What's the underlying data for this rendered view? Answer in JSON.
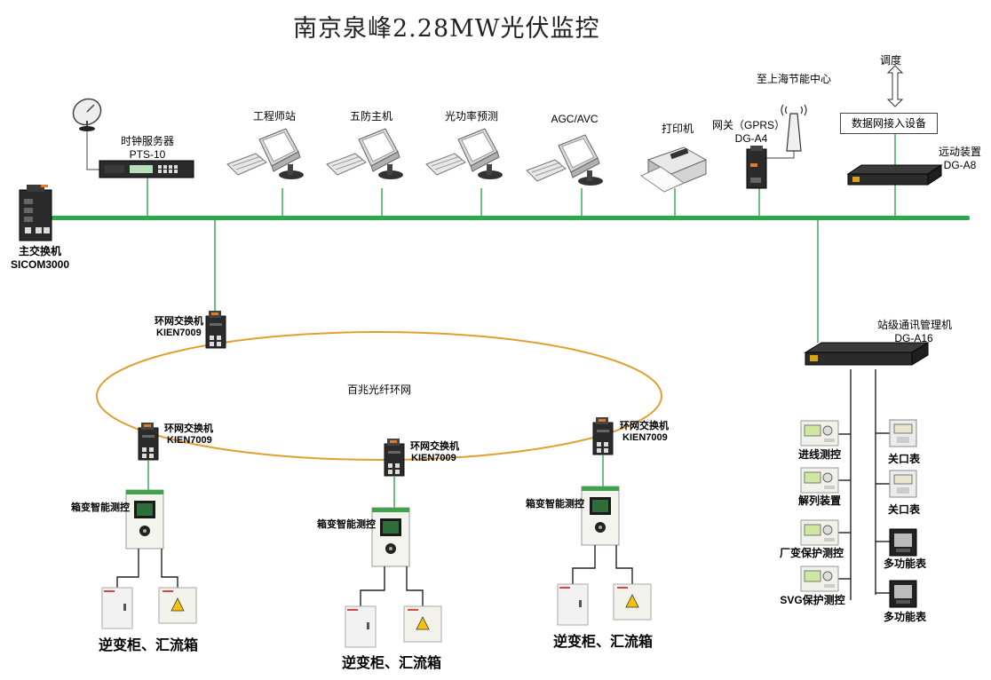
{
  "title": "南京泉峰2.28MW光伏监控",
  "main_switch": {
    "name": "主交换机",
    "model": "SICOM3000"
  },
  "clock_server": {
    "name": "时钟服务器",
    "model": "PTS-10"
  },
  "workstations": [
    "工程师站",
    "五防主机",
    "光功率预测",
    "AGC/AVC"
  ],
  "printer": "打印机",
  "gateway": {
    "name": "网关（GPRS）",
    "model": "DG-A4",
    "remote": "至上海节能中心"
  },
  "dispatch": "调度",
  "data_network": "数据网接入设备",
  "telecontrol": {
    "name": "远动装置",
    "model": "DG-A8"
  },
  "station_manager": {
    "name": "站级通讯管理机",
    "model": "DG-A16"
  },
  "ring": {
    "label": "百兆光纤环网"
  },
  "ring_switches": [
    {
      "name": "环网交换机",
      "model": "KIEN7009"
    },
    {
      "name": "环网交换机",
      "model": "KIEN7009"
    },
    {
      "name": "环网交换机",
      "model": "KIEN7009"
    },
    {
      "name": "环网交换机",
      "model": "KIEN7009"
    }
  ],
  "box_controller": "箱变智能测控",
  "inverter_label": "逆变柜、汇流箱",
  "left_devices": [
    "进线测控",
    "解列装置",
    "厂变保护测控",
    "SVG保护测控"
  ],
  "right_devices": [
    "关口表",
    "关口表",
    "多功能表",
    "多功能表"
  ],
  "colors": {
    "bus": "#2aa84a",
    "ring": "#e0a030",
    "line": "#2aa84a",
    "device_dark": "#2b2b2b"
  }
}
